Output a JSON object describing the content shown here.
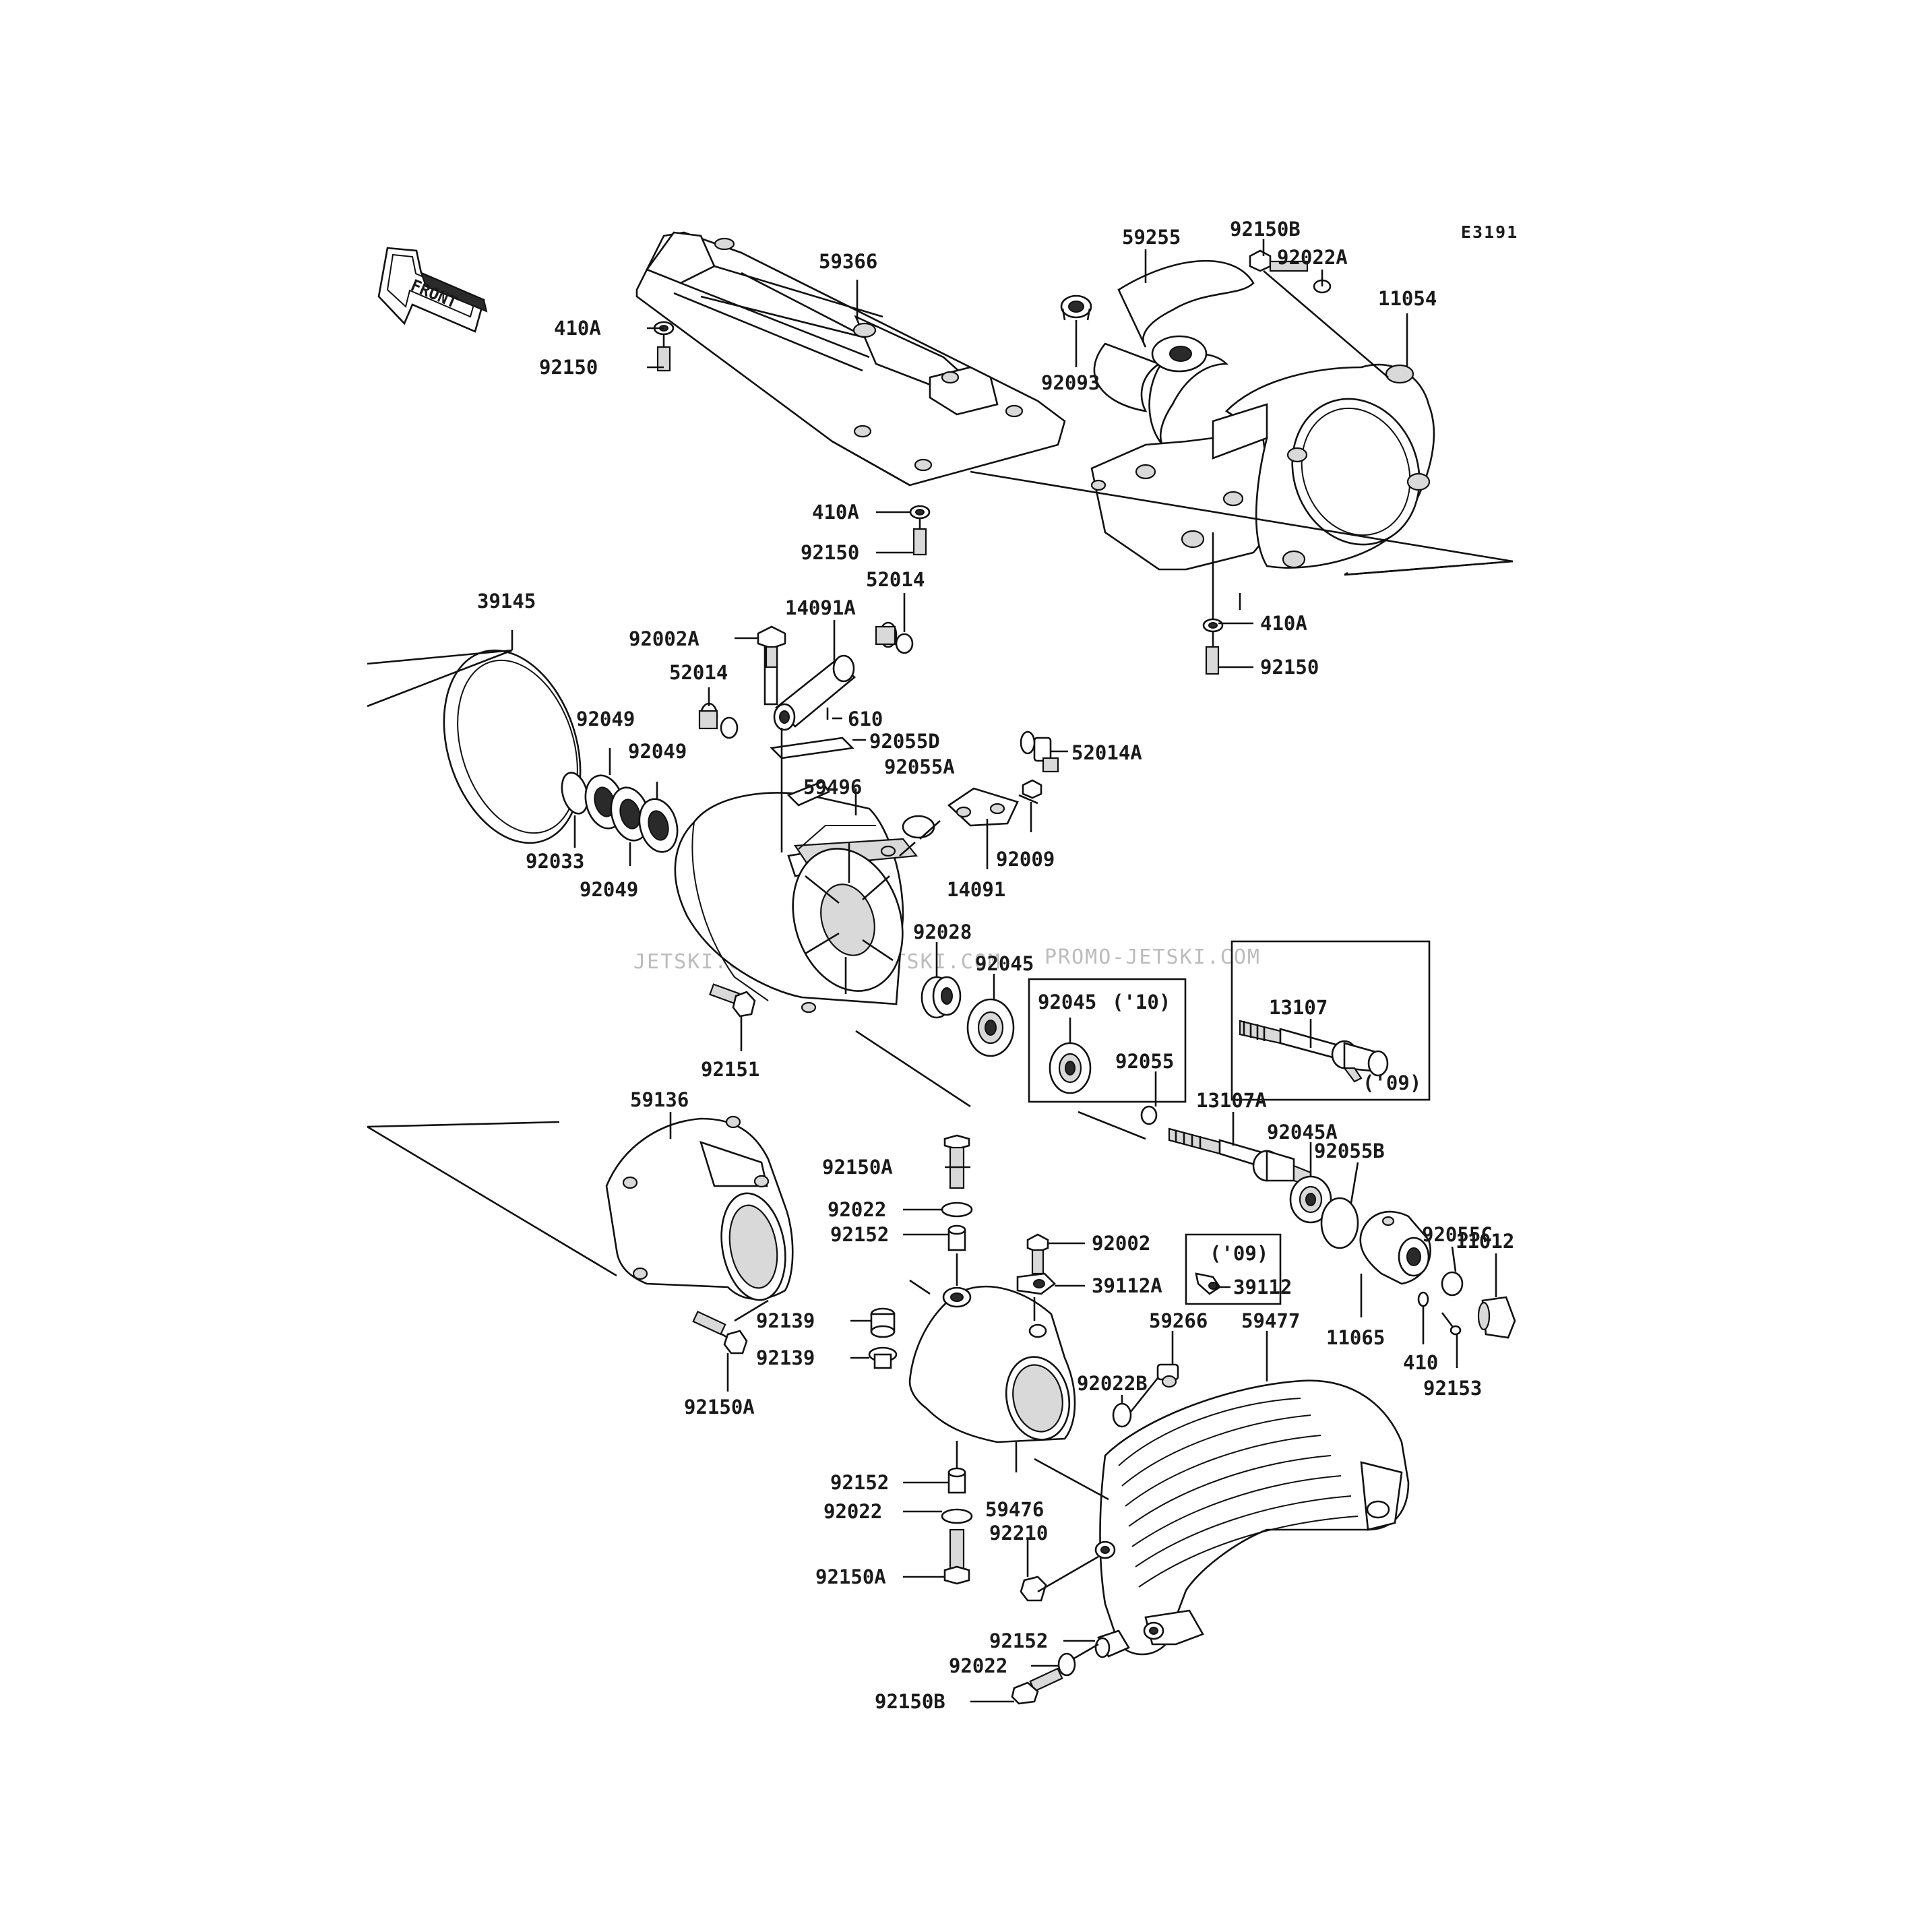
{
  "diagram_code": "E3191",
  "front_arrow_label": "FRONT",
  "watermarks": [
    "JETSKI.COM",
    "PROMO-JETSKI.COM",
    "PROMO-JETSKI.COM"
  ],
  "year_box_labels": {
    "box_10": "('10)",
    "box_09a": "('09)",
    "box_09b": "('09)"
  },
  "parts": [
    "59366",
    "410A",
    "92150",
    "59255",
    "92150B",
    "92022A",
    "11054",
    "92093",
    "410A",
    "92150",
    "52014",
    "14091A",
    "39145",
    "92002A",
    "52014",
    "610",
    "92055D",
    "92049",
    "92049",
    "52014A",
    "92055A",
    "59496",
    "92033",
    "92049",
    "14091",
    "92009",
    "92028",
    "92045",
    "92045",
    "13107",
    "92151",
    "92055",
    "13107A",
    "59136",
    "92045A",
    "92055B",
    "92150A",
    "92022",
    "92152",
    "92002",
    "92055C",
    "11012",
    "39112A",
    "92139",
    "92139",
    "39112",
    "59266",
    "59477",
    "92022B",
    "11065",
    "410",
    "92153",
    "92150A",
    "92152",
    "92022",
    "59476",
    "92210",
    "92150A",
    "92152",
    "92022",
    "92150B",
    "410A",
    "92150"
  ]
}
